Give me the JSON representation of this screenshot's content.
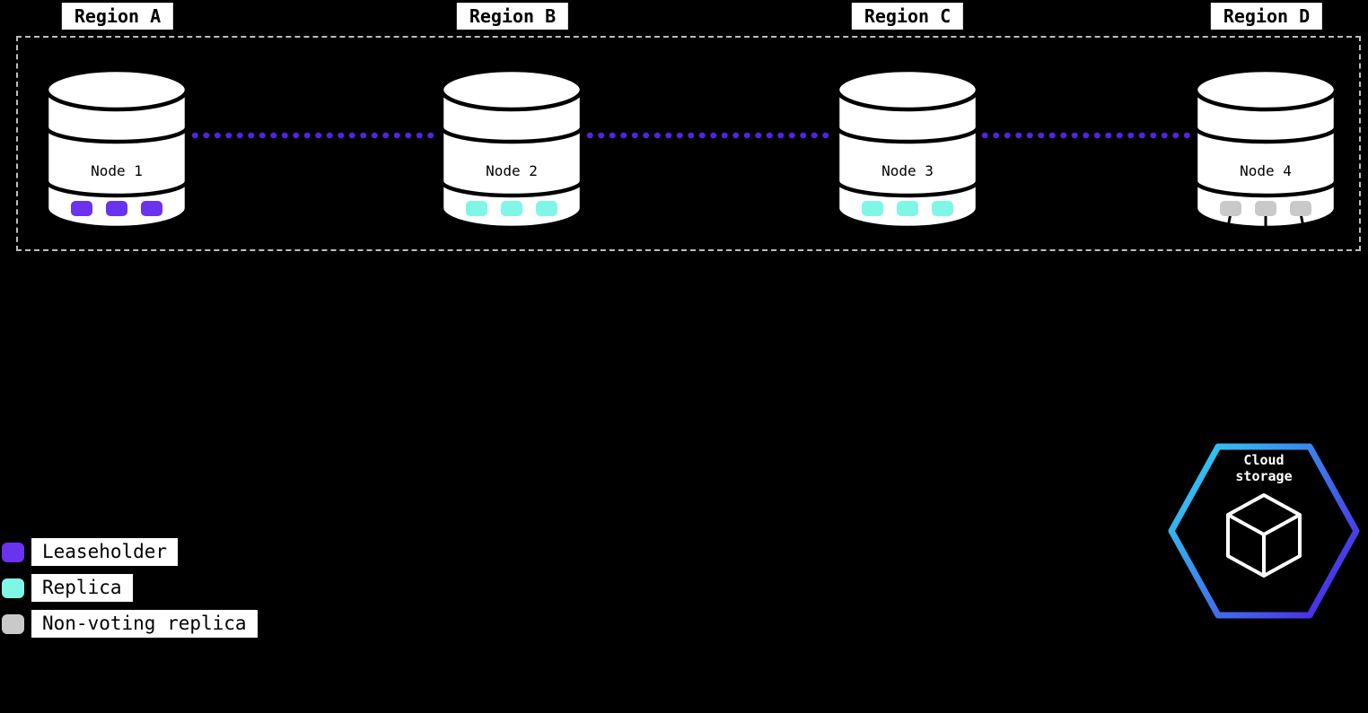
{
  "regions": [
    {
      "label": "Region A"
    },
    {
      "label": "Region B"
    },
    {
      "label": "Region C"
    },
    {
      "label": "Region D"
    }
  ],
  "nodes": [
    {
      "label": "Node 1",
      "replica_type": "leaseholder",
      "replica_color": "#6933F0",
      "replica_count": 3
    },
    {
      "label": "Node 2",
      "replica_type": "replica",
      "replica_color": "#80F7E6",
      "replica_count": 3
    },
    {
      "label": "Node 3",
      "replica_type": "replica",
      "replica_color": "#80F7E6",
      "replica_count": 3
    },
    {
      "label": "Node 4",
      "replica_type": "non-voting-replica",
      "replica_color": "#C9C9C9",
      "replica_count": 3
    }
  ],
  "legend": {
    "items": [
      {
        "label": "Leaseholder",
        "color": "#6933F0"
      },
      {
        "label": "Replica",
        "color": "#80F7E6"
      },
      {
        "label": "Non-voting replica",
        "color": "#C9C9C9"
      }
    ]
  },
  "cloud_storage": {
    "line1": "Cloud",
    "line2": "storage"
  },
  "colors": {
    "background": "#000000",
    "connector": "#5024E0",
    "cluster_border": "#BDBDBD",
    "cylinder_fill": "#FFFFFF",
    "cylinder_stroke": "#000000",
    "hex_gradient_start": "#2EDCF2",
    "hex_gradient_end": "#4A2FE8"
  }
}
